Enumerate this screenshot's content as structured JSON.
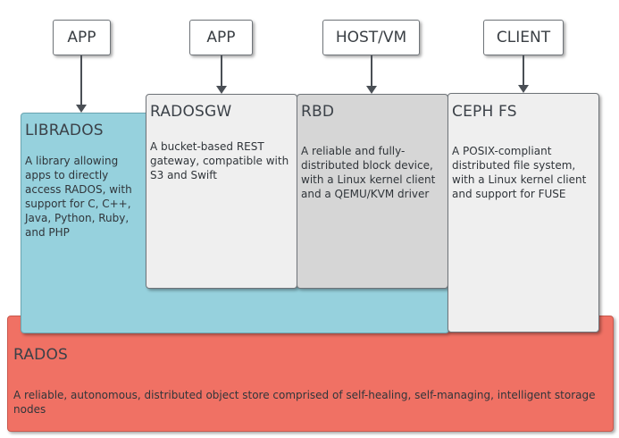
{
  "clients": {
    "app1": "APP",
    "app2": "APP",
    "host": "HOST/VM",
    "client": "CLIENT"
  },
  "librados": {
    "title": "LIBRADOS",
    "desc": "A library allowing apps to directly access RADOS, with support for C, C++, Java, Python, Ruby, and PHP"
  },
  "radosgw": {
    "title": "RADOSGW",
    "desc": "A bucket-based REST gateway, compatible with S3 and Swift"
  },
  "rbd": {
    "title": "RBD",
    "desc": "A reliable and fully-distributed block device, with a Linux kernel client and a QEMU/KVM driver"
  },
  "cephfs": {
    "title": "CEPH FS",
    "desc": "A POSIX-compliant distributed file system, with a Linux kernel client and support for FUSE"
  },
  "rados": {
    "title": "RADOS",
    "desc": "A reliable, autonomous, distributed object store comprised of self-healing, self-managing, intelligent storage nodes"
  },
  "colors": {
    "librados": "#96d1dd",
    "radosgw": "#efefef",
    "rbd": "#d6d6d6",
    "cephfs": "#efefef",
    "rados": "#f07164"
  }
}
